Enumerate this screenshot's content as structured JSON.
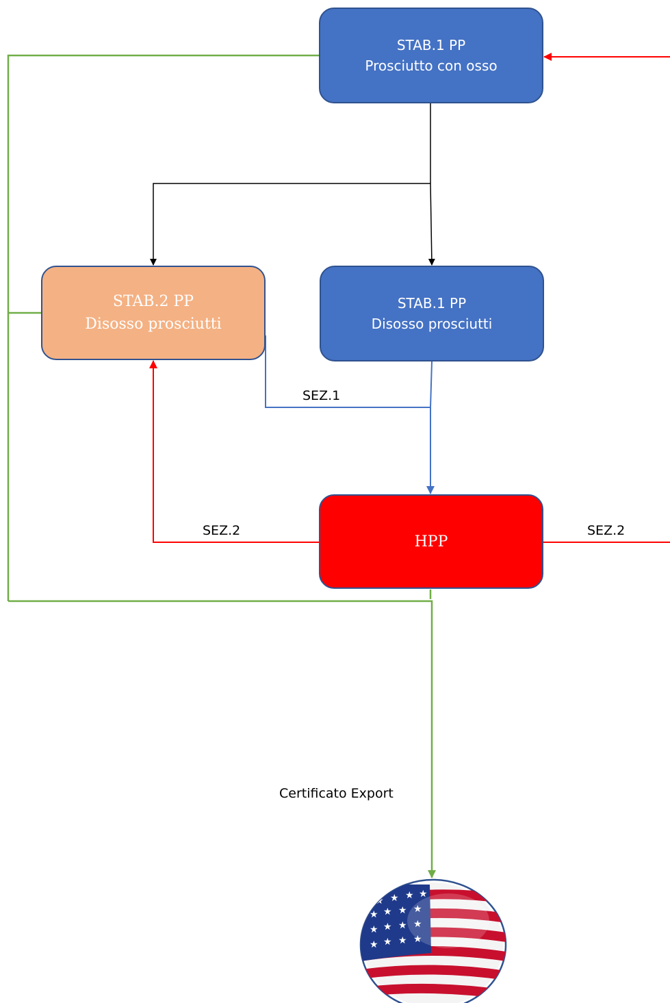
{
  "nodes": {
    "top": {
      "line1": "STAB.1 PP",
      "line2": "Prosciutto con osso"
    },
    "stab2": {
      "line1": "STAB.2 PP",
      "line2": "Disosso prosciutti"
    },
    "stab1b": {
      "line1": "STAB.1 PP",
      "line2": "Disosso prosciutti"
    },
    "hpp": {
      "line1": "HPP"
    }
  },
  "labels": {
    "sez1": "SEZ.1",
    "sez2_left": "SEZ.2",
    "sez2_right": "SEZ.2",
    "certificate": "Certificato Export"
  },
  "colors": {
    "box_blue": "#4472c4",
    "box_orange": "#f4b183",
    "box_red": "#ff0000",
    "connector_black": "#000000",
    "connector_blue": "#4472c4",
    "connector_red": "#ff0000",
    "connector_green": "#70ad47"
  },
  "icons": [
    "us-flag-globe-icon"
  ]
}
